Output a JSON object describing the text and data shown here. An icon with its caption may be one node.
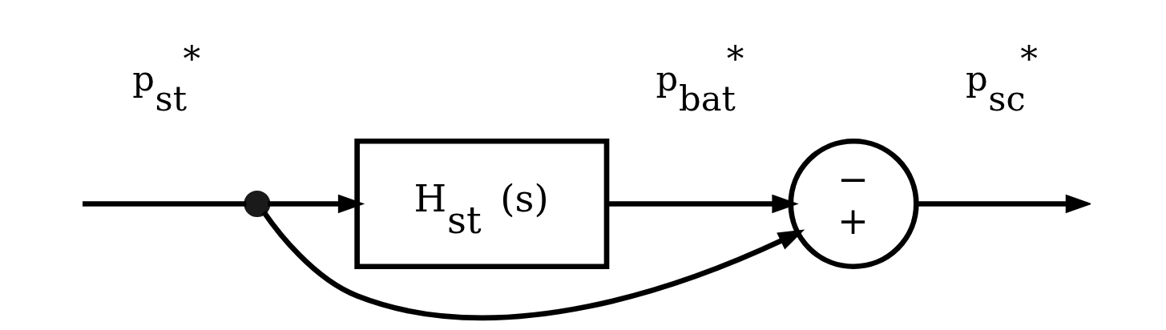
{
  "diagram": {
    "nodes": [
      {
        "text": [],
        "shape": "circle"
      },
      {
        "text": [
          "H$_{st}$ (s)"
        ]
      },
      {
        "text": [
          "−",
          "+"
        ]
      }
    ],
    "edges": [
      {
        "from": null,
        "to": 0,
        "arrow": "none",
        "label": "p$_{st}$$^{*}$"
      },
      {
        "from": 0,
        "to": 1,
        "arrow": "to"
      },
      {
        "from": 1,
        "to": 2,
        "arrow": "to",
        "label": "p$_{bat}$$^{*}$"
      },
      {
        "from": 2,
        "to": null,
        "arrow": "to",
        "label": "p$_{sc}$$^{*}$"
      },
      {
        "from": 0,
        "to": 2,
        "arrow": "to"
      }
    ]
  }
}
